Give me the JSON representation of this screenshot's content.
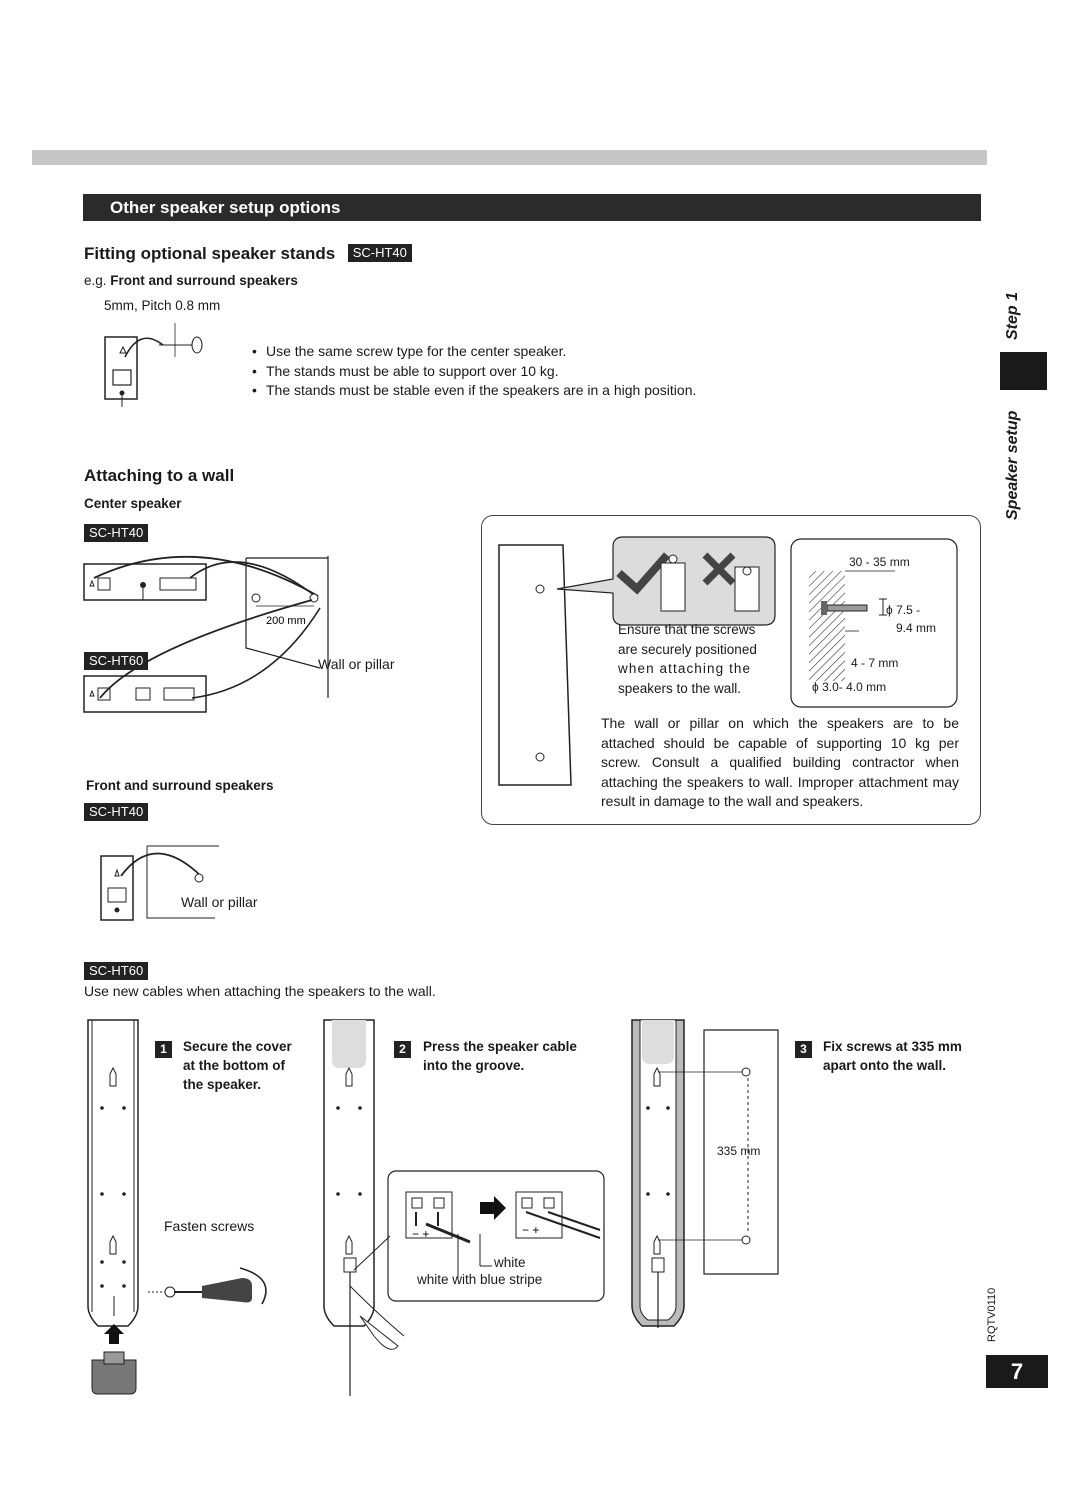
{
  "section_title": "Other speaker setup options",
  "stands": {
    "heading": "Fitting optional speaker stands",
    "badge": "SC-HT40",
    "eg_prefix": "e.g.",
    "eg_text": "Front and surround speakers",
    "screw_label": "5mm, Pitch 0.8 mm",
    "bullets": [
      "Use the same screw type for the center speaker.",
      "The stands must be able to support over 10 kg.",
      "The stands must be stable even if the speakers are in a high position."
    ]
  },
  "wall": {
    "heading": "Attaching to a wall",
    "center_label": "Center speaker",
    "badge_ht40": "SC-HT40",
    "badge_ht60": "SC-HT60",
    "dim_200": "200 mm",
    "wall_or_pillar": "Wall or pillar",
    "front_surround_label": "Front and surround speakers",
    "badge_ht40_b": "SC-HT40",
    "wall_or_pillar_b": "Wall or pillar"
  },
  "callout": {
    "ensure_text": [
      "Ensure that the screws",
      "are securely positioned",
      "when attaching the",
      "speakers to the wall."
    ],
    "dim_30_35": "30 - 35 mm",
    "dim_75": "7.5 -",
    "dim_94": "9.4 mm",
    "dim_47": "4 - 7 mm",
    "dim_34": "3.0- 4.0 mm",
    "warning": "The wall or pillar on which the speakers are to be attached should be capable of supporting 10 kg per screw. Consult a qualified building contractor when attaching the speakers to wall. Improper attachment may result in damage to the wall and speakers."
  },
  "ht60": {
    "badge": "SC-HT60",
    "note": "Use new cables when attaching the speakers to the wall.",
    "steps": [
      {
        "num": "1",
        "text": [
          "Secure the cover",
          "at the bottom of",
          "the speaker."
        ]
      },
      {
        "num": "2",
        "text": [
          "Press the speaker cable",
          "into the groove."
        ]
      },
      {
        "num": "3",
        "text": [
          "Fix screws at 335 mm",
          "apart onto the wall."
        ]
      }
    ],
    "fasten_screws": "Fasten screws",
    "white": "white",
    "white_blue": "white with blue stripe",
    "dim_335": "335 mm"
  },
  "sidebar": {
    "step": "Step 1",
    "title": "Speaker setup",
    "code": "RQTV0110",
    "page_number": "7"
  }
}
